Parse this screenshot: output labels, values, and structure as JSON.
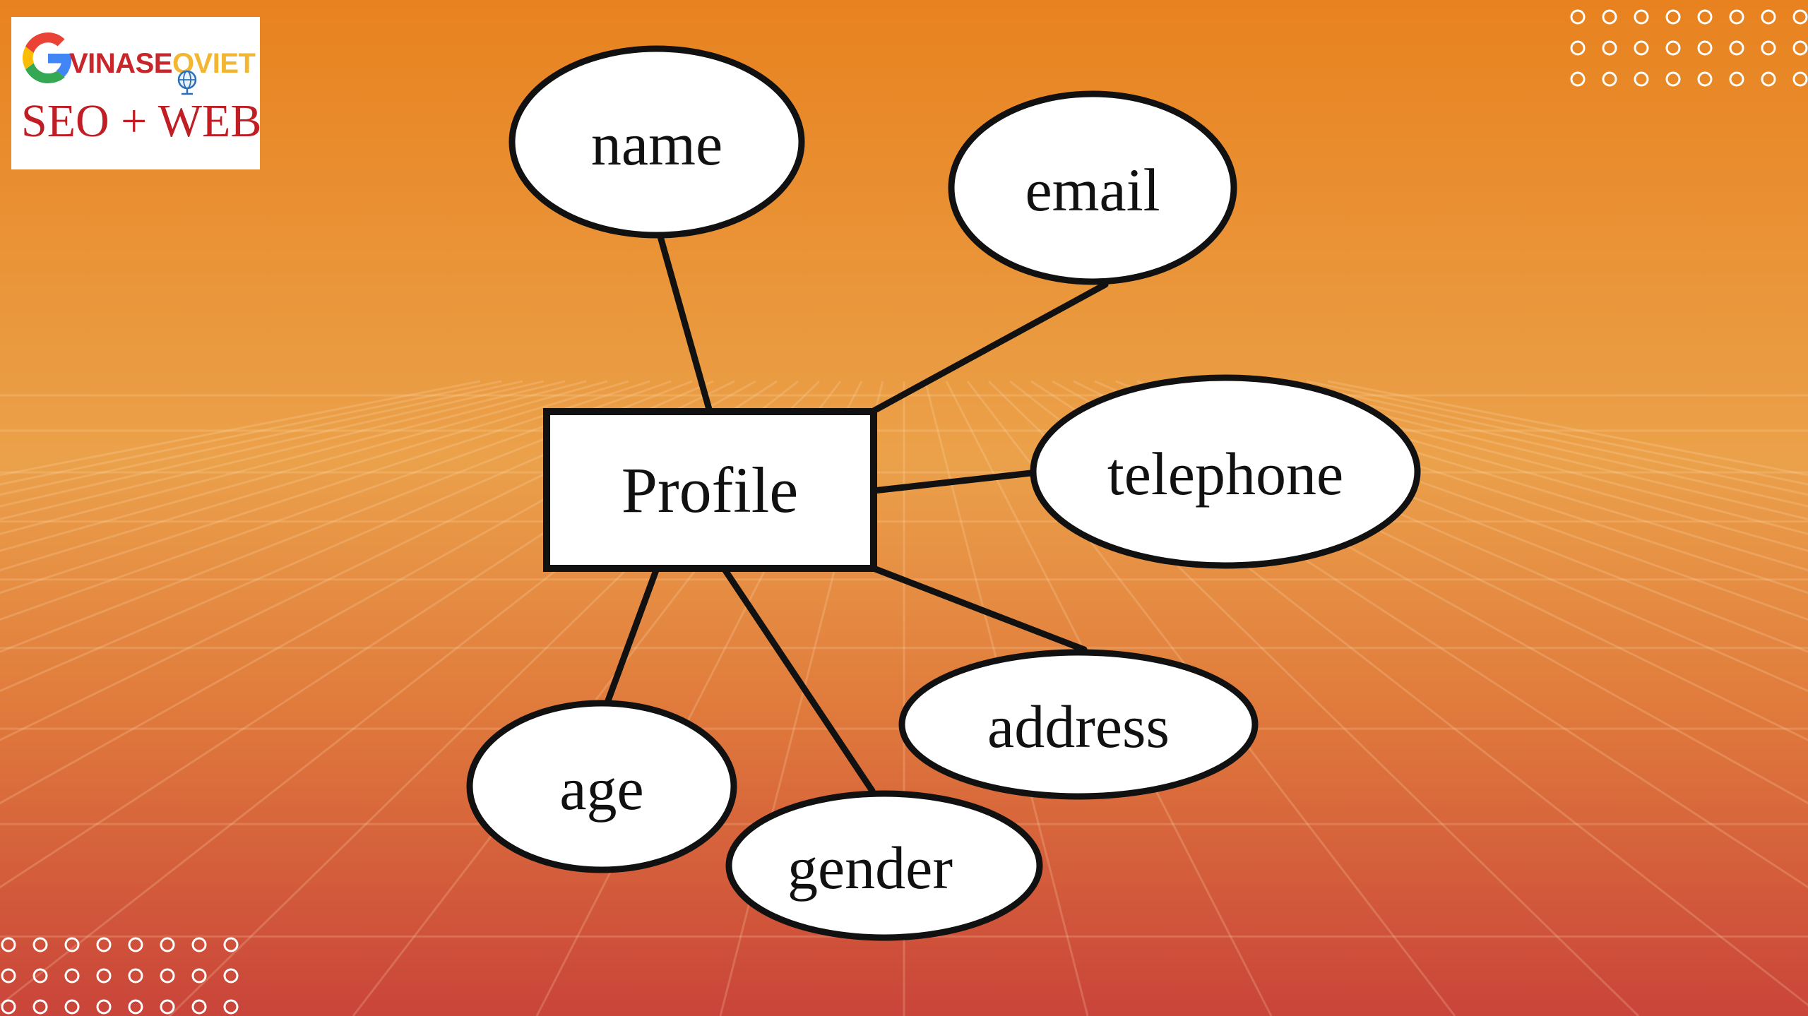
{
  "logo": {
    "brand_part1": "VINASE",
    "brand_part2": "OVIET",
    "subtitle": "SEO + WEB"
  },
  "diagram": {
    "entity": {
      "label": "Profile"
    },
    "attributes": [
      {
        "id": "name",
        "label": "name"
      },
      {
        "id": "email",
        "label": "email"
      },
      {
        "id": "telephone",
        "label": "telephone"
      },
      {
        "id": "address",
        "label": "address"
      },
      {
        "id": "gender",
        "label": "gender"
      },
      {
        "id": "age",
        "label": "age"
      }
    ]
  },
  "colors": {
    "background_top": "#e8821f",
    "background_mid": "#eba14a",
    "background_bottom": "#c9443a",
    "shape_fill": "#ffffff",
    "shape_stroke": "#111111",
    "logo_red": "#c01e24",
    "logo_gold": "#f2b630"
  },
  "icons": [
    "google-g-icon",
    "globe-icon",
    "dot-pattern-decoration"
  ]
}
